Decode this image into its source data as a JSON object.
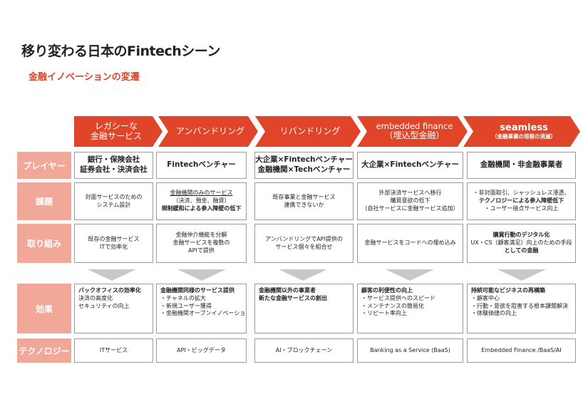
{
  "title": "移り変わる日本のFintechシーン",
  "subtitle": "金融イノベーションの変遷",
  "colors": {
    "accent": "#d9452a",
    "chevron": "#e0452a",
    "row_label": "#f2a898",
    "arrow": "#c8c8c8"
  },
  "stages": [
    {
      "line1": "レガシーな",
      "line2": "金融サービス"
    },
    {
      "line1": "アンバンドリング",
      "line2": ""
    },
    {
      "line1": "リバンドリング",
      "line2": ""
    },
    {
      "line1": "embedded finance",
      "line2": "（埋込型金融）"
    },
    {
      "line1": "seamless",
      "line2": "（金融事業の垣根の消滅）"
    }
  ],
  "row_labels": {
    "players": "プレイヤー",
    "issues": "課題",
    "efforts": "取り組み",
    "effects": "効果",
    "technology": "テクノロジー"
  },
  "players": [
    [
      "銀行・保険会社",
      "証券会社・決済会社"
    ],
    [
      "Fintechベンチャー"
    ],
    [
      "大企業×Fintechベンチャー",
      "金融機関×Techベンチャー"
    ],
    [
      "大企業×Fintechベンチャー"
    ],
    [
      "金融機関・非金融事業者"
    ]
  ],
  "issues": [
    [
      "対面サービスのための",
      "システム設計"
    ],
    [
      "金融機関のみのサービス",
      "（決済、預金、融資）",
      "規制緩和による参入障壁の低下"
    ],
    [
      "既存事業と金融サービス",
      "連携できないか"
    ],
    [
      "外部決済サービスへ移行",
      "購買意欲の低下",
      "（自社サービスに金融サービス追加）"
    ],
    [
      "・非対面取引、シャッシュレス浸透、",
      "テクノロジーによる参入障壁低下",
      "・ユーザー接点サービス向上"
    ]
  ],
  "efforts": [
    [
      "既存の金融サービス",
      "ITで効率化"
    ],
    [
      "金融仲介機能を分解",
      "金融サービスを複数の",
      "APIで提供"
    ],
    [
      "アンバンドリングでAPI提供の",
      "サービス個々を組合せ"
    ],
    [
      "金融サービスをコードへの埋め込み"
    ],
    [
      "購買行動のデジタル化",
      "UX・CS（顧客満足）向上のための手段",
      "としての金融"
    ]
  ],
  "effects": [
    [
      "バックオフィスの効率化",
      "決済の高度化",
      "セキュリティの向上"
    ],
    [
      "金融機関同様のサービス提供",
      "・チャネルの拡大",
      "・新規ユーザー獲得",
      "・金融機関オープンイノベーション"
    ],
    [
      "金融機関以外の事業者",
      "新たな金融サービスの創出"
    ],
    [
      "顧客の利便性の向上",
      "・サービス提供へのスピード",
      "・メンテナンスの簡易化",
      "・リピート率向上"
    ],
    [
      "持続可能なビジネスの再構築",
      "・顧客中心",
      "・行動・意欲を阻害する根本課題解決",
      "・体験価値の向上"
    ]
  ],
  "technology": [
    "ITサービス",
    "API・ビッグデータ",
    "AI・ブロックチェーン",
    "Banking as a Service (BaaS)",
    "Embedded Finance /BaaS/AI"
  ]
}
